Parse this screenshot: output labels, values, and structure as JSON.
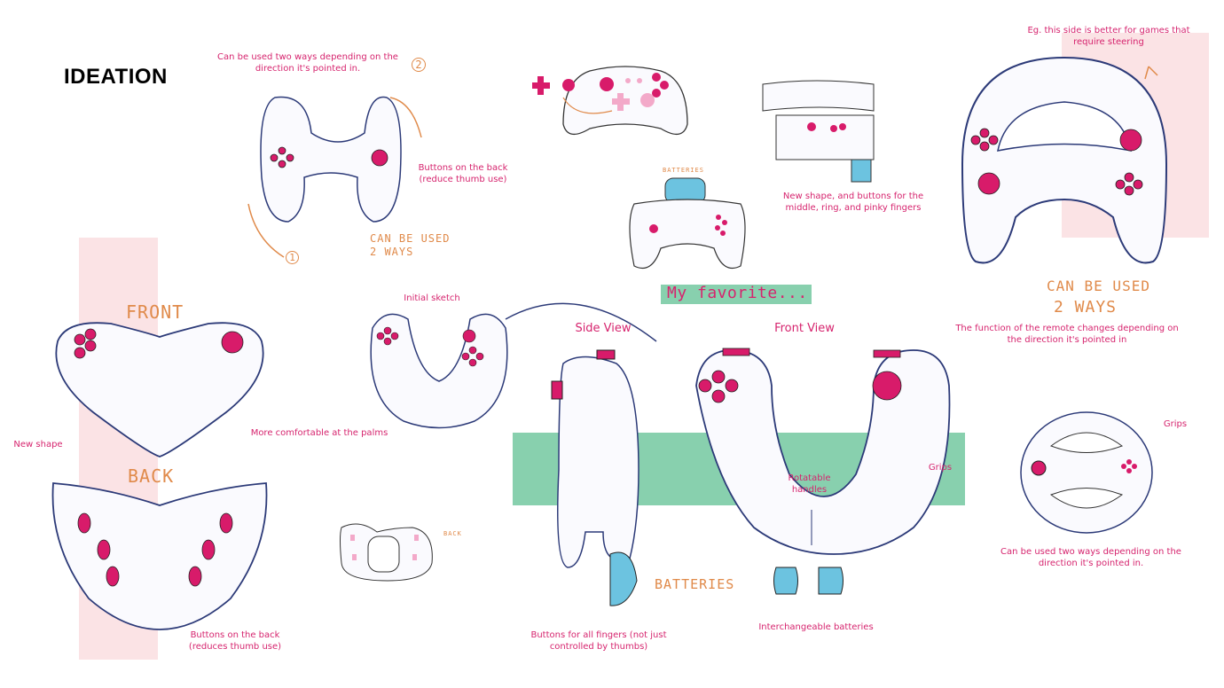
{
  "page": {
    "title": "IDEATION"
  },
  "labels": {
    "top_two_ways": "Can be used two ways depending on the direction it's pointed in.",
    "step_two": "2",
    "step_one": "1",
    "buttons_back_reduce": "Buttons on the back (reduce thumb use)",
    "can_be_used_small": "CAN BE USED 2 WAYS",
    "batteries_small": "BATTERIES",
    "new_shape_fingers": "New shape, and buttons for the middle, ring, and pinky fingers",
    "eg_steering": "Eg. this side is better for games that require steering",
    "can_be_used_big_1": "CAN BE USED",
    "can_be_used_big_2": "2 WAYS",
    "function_changes": "The function of the remote changes depending on the direction it's pointed in",
    "front": "FRONT",
    "back": "BACK",
    "new_shape": "New shape",
    "more_comfortable": "More comfortable at the palms",
    "buttons_back_reduces": "Buttons on the back (reduces thumb use)",
    "initial_sketch": "Initial sketch",
    "my_favorite": "My favorite...",
    "side_view": "Side View",
    "front_view": "Front View",
    "rotatable_handles": "Rotatable handles",
    "grips_mid": "Grips",
    "batteries_big": "BATTERIES",
    "interchangeable_batteries": "Interchangeable batteries",
    "buttons_all_fingers": "Buttons for all fingers (not just controlled by thumbs)",
    "back_small": "BACK",
    "grips_right": "Grips",
    "round_two_ways": "Can be used two ways depending on the direction it's pointed in."
  },
  "colors": {
    "accent_pink": "#d6246e",
    "button_magenta": "#d81b6a",
    "orange": "#e08a4a",
    "band_pink": "#fbe3e5",
    "band_green": "#88d0ae",
    "battery_blue": "#6cc3e0"
  }
}
